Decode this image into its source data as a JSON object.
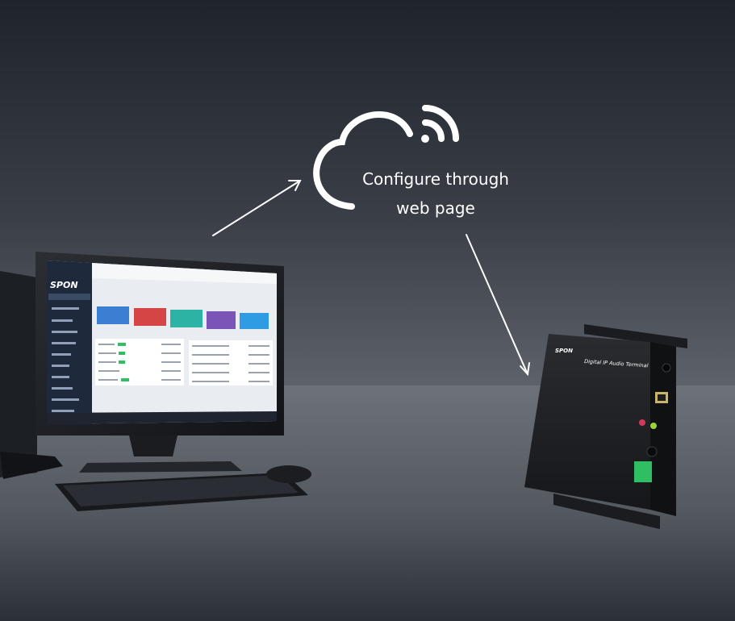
{
  "caption": {
    "line1": "Configure through",
    "line2": "web page"
  },
  "monitor": {
    "brand_logo": "SPON"
  },
  "device": {
    "brand_logo": "SPON",
    "model_label": "Digital IP Audio Terminal"
  },
  "icons": {
    "cloud": "cloud-icon",
    "wifi": "wifi-signal-icon",
    "arrow_in": "arrow-up-right-icon",
    "arrow_out": "arrow-down-right-icon"
  },
  "colors": {
    "tile_blue": "#3b7fd3",
    "tile_red": "#d64545",
    "tile_teal": "#2cb3a4",
    "tile_purple": "#7a55b7",
    "tile_sky": "#2f9be3",
    "sidebar": "#1e2a3c",
    "terminal_green": "#2fbf62"
  }
}
